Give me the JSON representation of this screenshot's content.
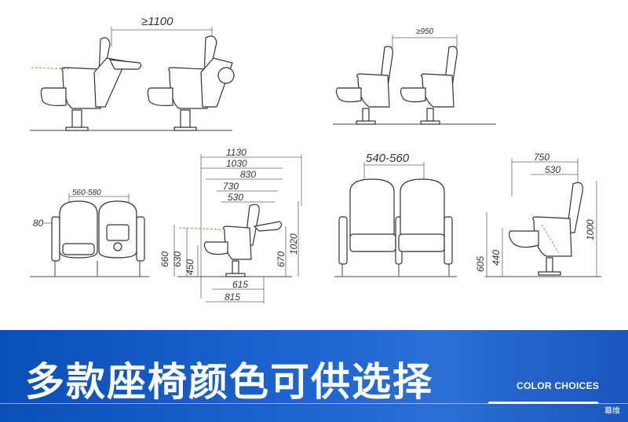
{
  "dimensions": {
    "top_left_row_spacing": "≥1100",
    "top_right_row_spacing": "≥950",
    "front_width_left": "560-580",
    "armrest_width": "80",
    "front_width_right": "540-560",
    "side_total_depth": "1130",
    "side_depth_1030": "1030",
    "side_depth_830": "830",
    "side_depth_730": "730",
    "side_depth_530": "530",
    "side_height_660": "660",
    "side_height_630": "630",
    "side_height_450": "450",
    "side_height_670": "670",
    "side_height_1020": "1020",
    "side_base_615": "615",
    "side_base_815": "815",
    "right_side_depth_750": "750",
    "right_side_depth_530": "530",
    "right_height_605": "605",
    "right_height_440": "440",
    "right_height_1000": "1000"
  },
  "banner": {
    "title": "多款座椅颜色可供选择",
    "subtitle": "COLOR CHOICES",
    "corner": "幕维"
  },
  "colors": {
    "banner_start": "#0a4fb8",
    "banner_end": "#2b6fd6",
    "writing_tablet_dash": "#e07a3a"
  }
}
